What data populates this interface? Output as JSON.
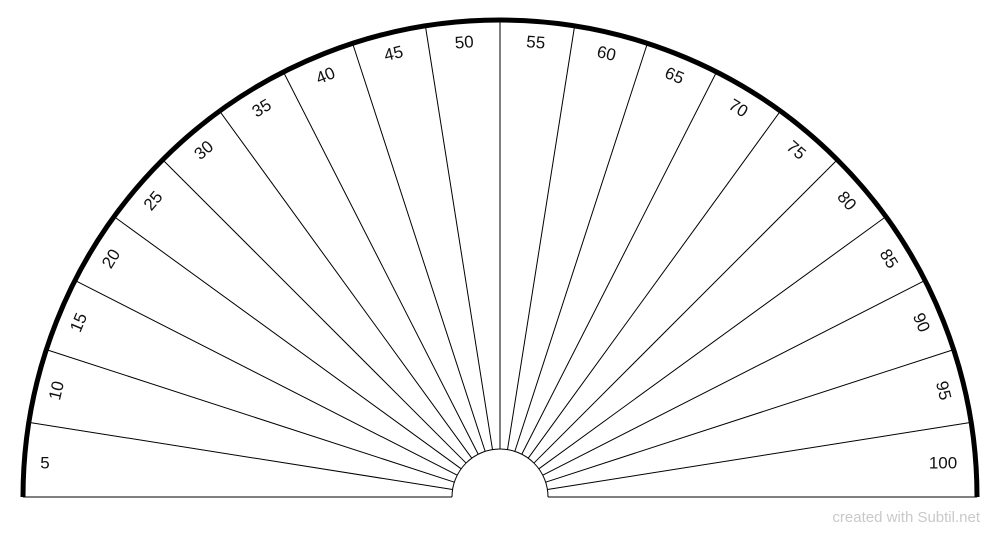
{
  "dial": {
    "labels": [
      "5",
      "10",
      "15",
      "20",
      "25",
      "30",
      "35",
      "40",
      "45",
      "50",
      "55",
      "60",
      "65",
      "70",
      "75",
      "80",
      "85",
      "90",
      "95",
      "100"
    ],
    "colors": {
      "line": "#000000",
      "text": "#111111",
      "background": "#ffffff"
    }
  },
  "footer": {
    "credit": "created with Subtil.net"
  }
}
